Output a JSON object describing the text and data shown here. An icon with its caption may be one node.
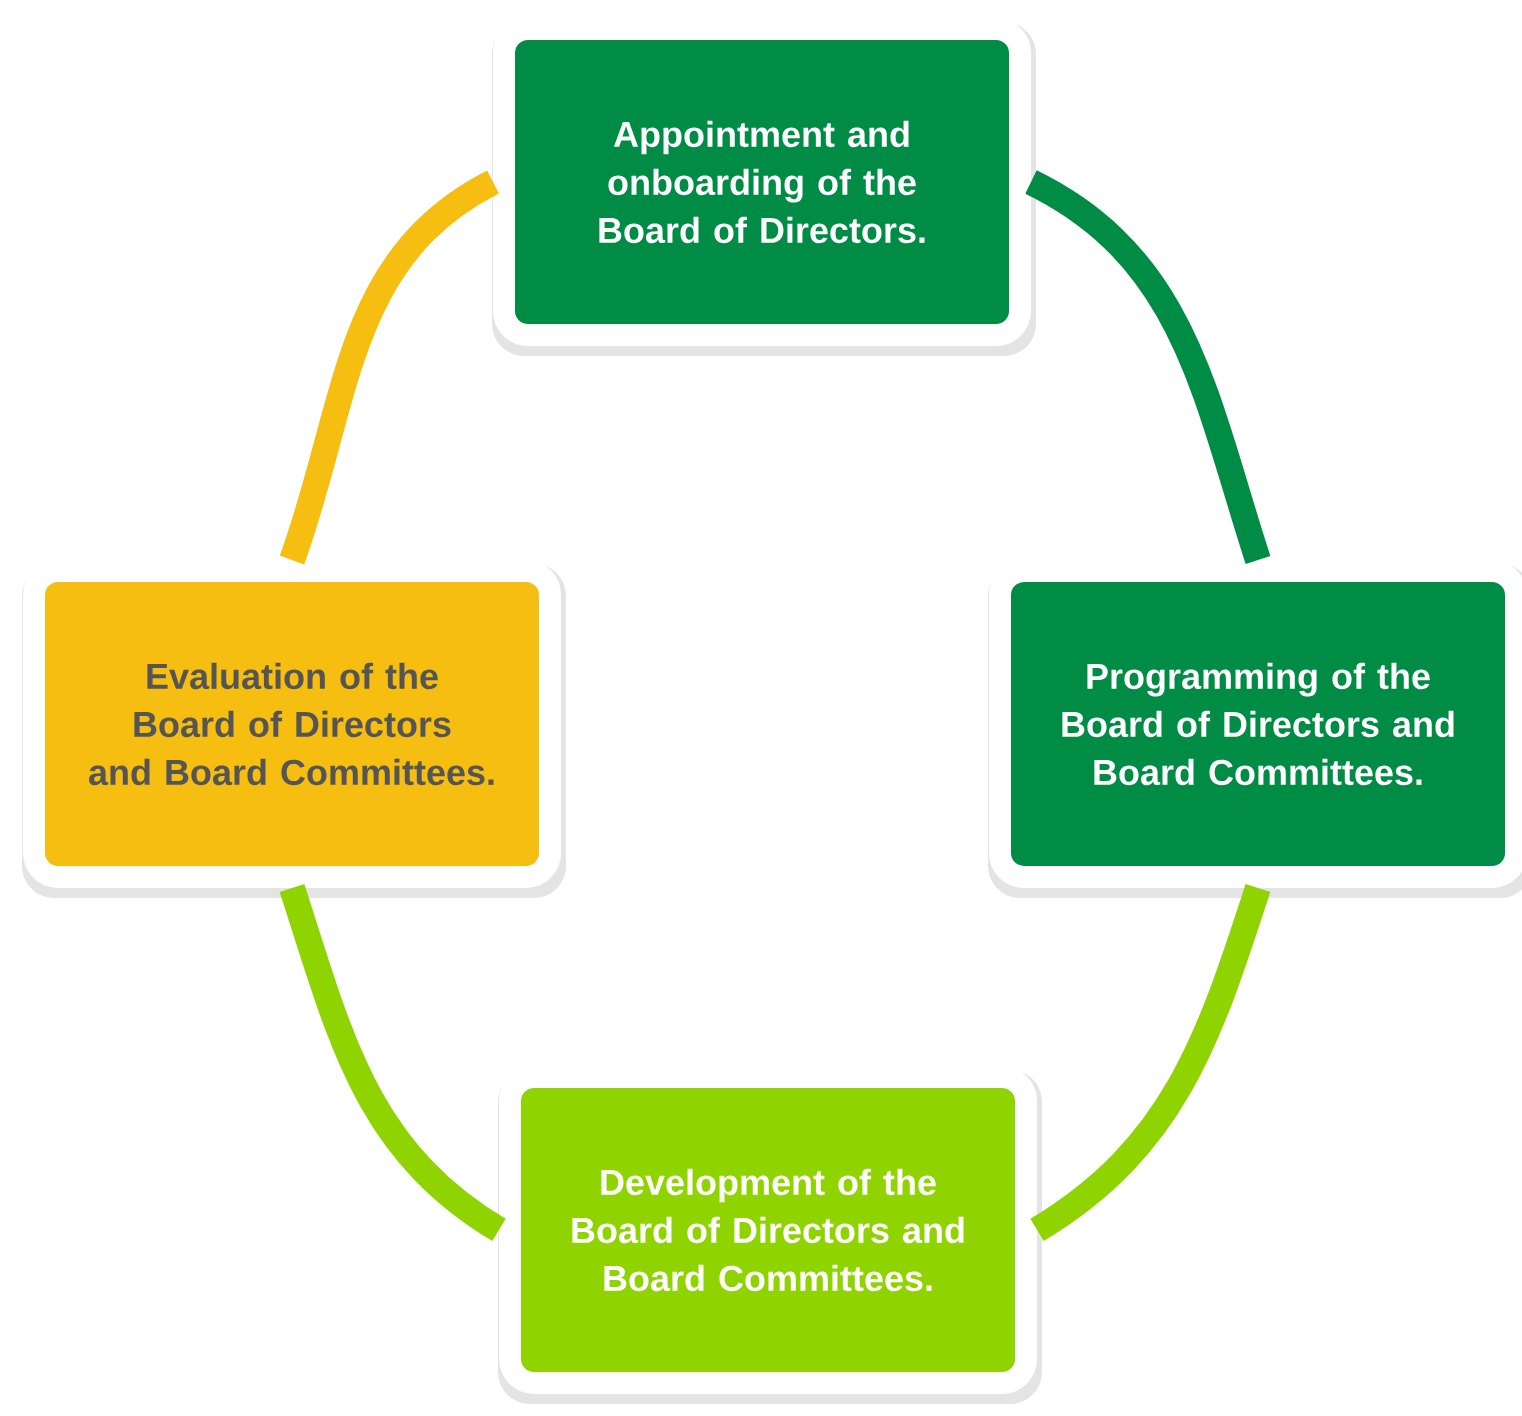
{
  "diagram": {
    "nodes": [
      {
        "text": [
          "Appointment and onboarding of the Board of Directors."
        ]
      },
      {
        "text": [
          "Programming of the Board of Directors and Board Committees."
        ]
      },
      {
        "text": [
          "Development of the Board of Directors and Board Committees."
        ]
      },
      {
        "text": [
          "Evaluation of the Board of Directors and Board Committees."
        ]
      }
    ],
    "edges": [
      {
        "from": 0,
        "to": 1,
        "arrow": "none",
        "color": "#008c45"
      },
      {
        "from": 1,
        "to": 2,
        "arrow": "none",
        "color": "#8fd400"
      },
      {
        "from": 2,
        "to": 3,
        "arrow": "none",
        "color": "#8fd400"
      },
      {
        "from": 3,
        "to": 0,
        "arrow": "none",
        "color": "#f6be10"
      }
    ]
  }
}
